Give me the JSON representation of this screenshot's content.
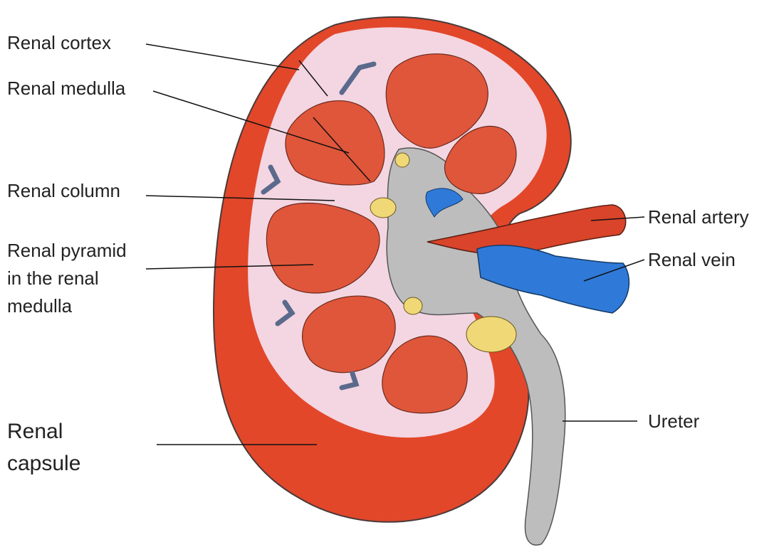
{
  "labels": {
    "renal_cortex": "Renal cortex",
    "renal_medulla": "Renal medulla",
    "renal_column": "Renal column",
    "renal_pyramid_line1": "Renal pyramid",
    "renal_pyramid_line2": "in the renal",
    "renal_pyramid_line3": "medulla",
    "renal_capsule_line1": "Renal",
    "renal_capsule_line2": "capsule",
    "renal_artery": "Renal artery",
    "renal_vein": "Renal vein",
    "ureter": "Ureter"
  },
  "colors": {
    "capsule": "#e2472a",
    "cortex": "#f3d6e2",
    "pyramid": "#e0563a",
    "pelvis": "#bdbdbd",
    "artery": "#d9442a",
    "vein": "#2f7ad9",
    "fat": "#f0d877",
    "small_vessels": "#5b6a8c",
    "leader_line": "#111111"
  }
}
